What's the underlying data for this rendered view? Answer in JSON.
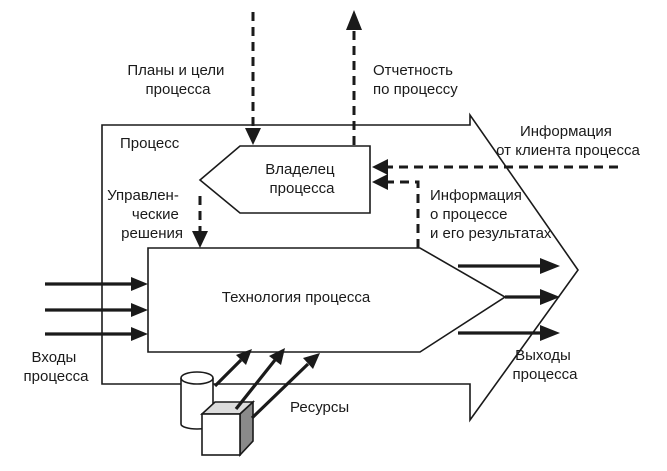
{
  "labels": {
    "plans": [
      "Планы и цели",
      "процесса"
    ],
    "reporting": [
      "Отчетность",
      "по процессу"
    ],
    "process": "Процесс",
    "client_info": [
      "Информация",
      "от клиента процесса"
    ],
    "owner": [
      "Владелец",
      "процесса"
    ],
    "decisions": [
      "Управлен-",
      "ческие",
      "решения"
    ],
    "process_info": [
      "Информация",
      "о процессе",
      "и его результатах"
    ],
    "technology": "Технология процесса",
    "inputs": [
      "Входы",
      "процесса"
    ],
    "outputs": [
      "Выходы",
      "процесса"
    ],
    "resources": "Ресурсы"
  }
}
